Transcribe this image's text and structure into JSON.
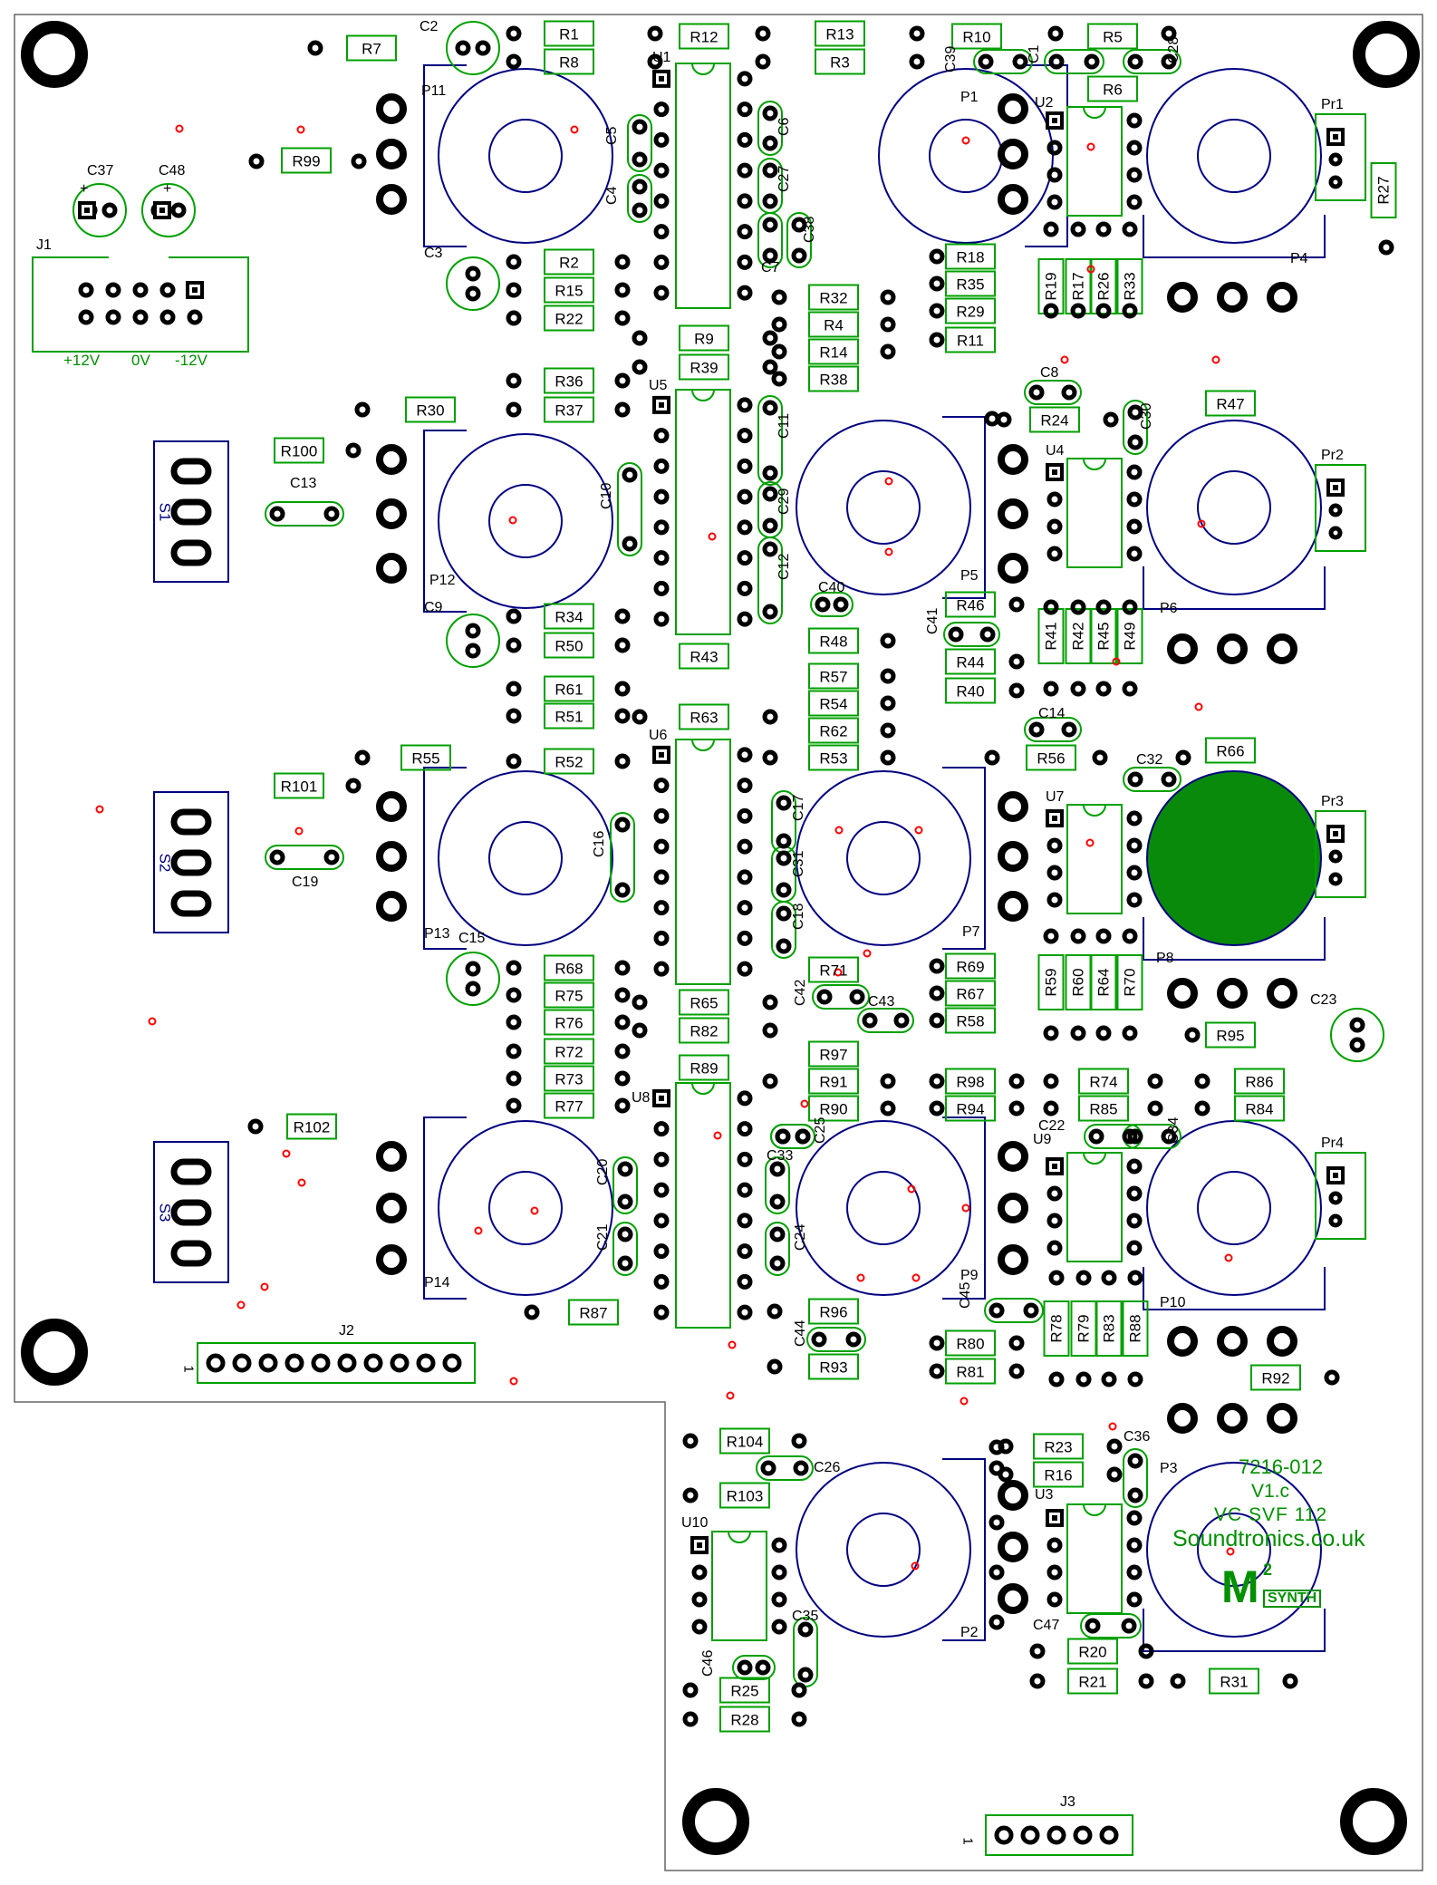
{
  "board": {
    "pcb_code": "7216-012",
    "version": "V1.c",
    "product": "VC SVF 112",
    "website": "Soundtronics.co.uk",
    "logo_mark": "M",
    "logo_superscript": "2",
    "logo_word": "SYNTH"
  },
  "power": {
    "connector": "J1",
    "labels": [
      "+12V",
      "0V",
      "-12V"
    ],
    "capacitors": [
      "C37",
      "C48"
    ],
    "cap_polarity": "+"
  },
  "connectors": {
    "j2": "J2",
    "j2_pin1": "1",
    "j3": "J3",
    "j3_pin1": "1"
  },
  "switches": [
    "S1",
    "S2",
    "S3"
  ],
  "ics": [
    "U1",
    "U2",
    "U3",
    "U4",
    "U5",
    "U6",
    "U7",
    "U8",
    "U9",
    "U10"
  ],
  "pots": [
    "P1",
    "P2",
    "P3",
    "P4",
    "P5",
    "P6",
    "P7",
    "P8",
    "P9",
    "P10",
    "P11",
    "P12",
    "P13",
    "P14"
  ],
  "trimmers": [
    "Pr1",
    "Pr2",
    "Pr3",
    "Pr4"
  ],
  "resistors": [
    "R1",
    "R2",
    "R3",
    "R4",
    "R5",
    "R6",
    "R7",
    "R8",
    "R9",
    "R10",
    "R11",
    "R12",
    "R13",
    "R14",
    "R15",
    "R16",
    "R17",
    "R18",
    "R19",
    "R20",
    "R21",
    "R22",
    "R23",
    "R24",
    "R25",
    "R26",
    "R27",
    "R28",
    "R29",
    "R30",
    "R31",
    "R32",
    "R33",
    "R34",
    "R35",
    "R36",
    "R37",
    "R38",
    "R39",
    "R40",
    "R41",
    "R42",
    "R43",
    "R44",
    "R45",
    "R46",
    "R47",
    "R48",
    "R49",
    "R50",
    "R51",
    "R52",
    "R53",
    "R54",
    "R55",
    "R56",
    "R57",
    "R58",
    "R59",
    "R60",
    "R61",
    "R62",
    "R63",
    "R64",
    "R65",
    "R66",
    "R67",
    "R68",
    "R69",
    "R70",
    "R71",
    "R72",
    "R73",
    "R74",
    "R75",
    "R76",
    "R77",
    "R78",
    "R79",
    "R80",
    "R81",
    "R82",
    "R83",
    "R84",
    "R85",
    "R86",
    "R87",
    "R88",
    "R89",
    "R90",
    "R91",
    "R92",
    "R93",
    "R94",
    "R95",
    "R96",
    "R97",
    "R98",
    "R99",
    "R100",
    "R101",
    "R102",
    "R103",
    "R104"
  ],
  "capacitors": [
    "C1",
    "C2",
    "C3",
    "C4",
    "C5",
    "C6",
    "C7",
    "C8",
    "C9",
    "C10",
    "C11",
    "C12",
    "C13",
    "C14",
    "C15",
    "C16",
    "C17",
    "C18",
    "C19",
    "C20",
    "C21",
    "C22",
    "C23",
    "C24",
    "C25",
    "C26",
    "C27",
    "C28",
    "C29",
    "C30",
    "C31",
    "C32",
    "C33",
    "C34",
    "C35",
    "C36",
    "C37",
    "C38",
    "C39",
    "C40",
    "C41",
    "C42",
    "C43",
    "C44",
    "C45",
    "C46",
    "C47",
    "C48"
  ],
  "colors": {
    "outline_green": "#00a000",
    "silkscreen_blue": "#000080",
    "pad_black": "#000000",
    "marker_red": "#ff0000",
    "fill_green": "#0a8a0a",
    "board_edge": "#555555"
  }
}
